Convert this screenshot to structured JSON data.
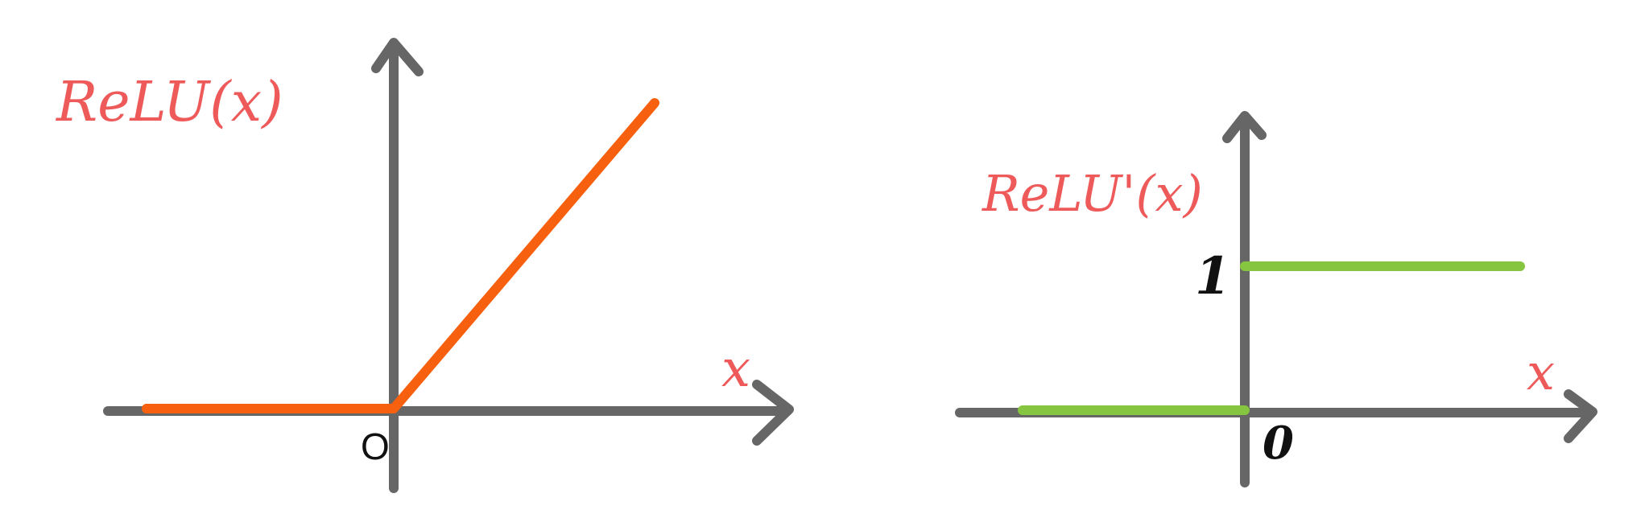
{
  "colors": {
    "axis": "#666666",
    "relu_line": "#f7600e",
    "derivative_line": "#86c540",
    "label": "#ee5a5a",
    "tick_text": "#111111",
    "background": "#ffffff"
  },
  "chart_data": [
    {
      "type": "line",
      "title": "ReLU(x)",
      "xlabel": "x",
      "ylabel": "",
      "origin_label": "O",
      "grid": false,
      "series": [
        {
          "values": [
            [
              -1,
              0
            ],
            [
              0,
              0
            ],
            [
              1,
              1
            ]
          ]
        }
      ]
    },
    {
      "type": "line",
      "title": "ReLU'(x)",
      "xlabel": "x",
      "ylabel": "",
      "origin_label": "0",
      "ytick_labels": [
        "1"
      ],
      "grid": false,
      "series": [
        {
          "values": [
            [
              -1,
              0
            ],
            [
              0,
              0
            ]
          ]
        },
        {
          "values": [
            [
              0,
              1
            ],
            [
              1,
              1
            ]
          ]
        }
      ]
    }
  ]
}
